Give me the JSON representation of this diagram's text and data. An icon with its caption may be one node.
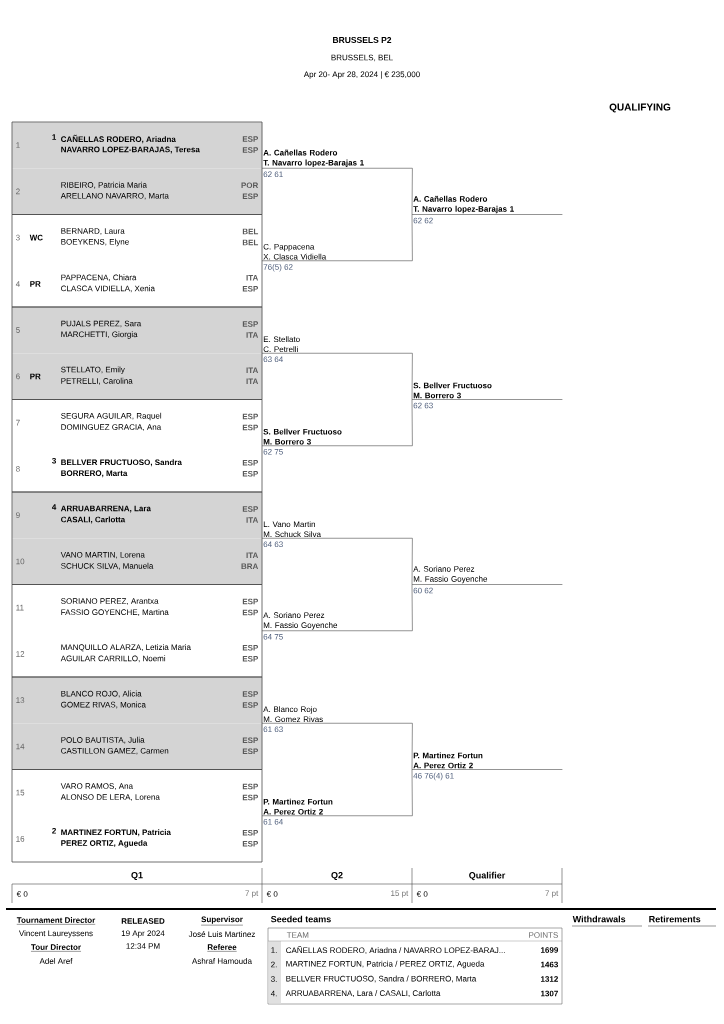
{
  "diagram": {
    "title": "BRUSSELS P2",
    "nodes": [
      {
        "text": [
          "1",
          "1",
          "CAÑELLAS RODERO, Ariadna",
          "ESP",
          "NAVARRO LOPEZ-BARAJAS, Teresa",
          "ESP"
        ]
      },
      {
        "text": [
          "2",
          "RIBEIRO, Patricia Maria",
          "POR",
          "ARELLANO NAVARRO, Marta",
          "ESP"
        ]
      },
      {
        "text": [
          "3",
          "WC",
          "BERNARD, Laura",
          "BEL",
          "BOEYKENS, Elyne",
          "BEL"
        ]
      },
      {
        "text": [
          "4",
          "PR",
          "PAPPACENA, Chiara",
          "ITA",
          "CLASCA VIDIELLA, Xenia",
          "ESP"
        ]
      },
      {
        "text": [
          "5",
          "PUJALS PEREZ, Sara",
          "ESP",
          "MARCHETTI, Giorgia",
          "ITA"
        ]
      },
      {
        "text": [
          "6",
          "PR",
          "STELLATO, Emily",
          "ITA",
          "PETRELLI, Carolina",
          "ITA"
        ]
      },
      {
        "text": [
          "7",
          "SEGURA AGUILAR, Raquel",
          "ESP",
          "DOMINGUEZ GRACIA, Ana",
          "ESP"
        ]
      },
      {
        "text": [
          "8",
          "3",
          "BELLVER FRUCTUOSO, Sandra",
          "ESP",
          "BORRERO, Marta",
          "ESP"
        ]
      },
      {
        "text": [
          "9",
          "4",
          "ARRUABARRENA, Lara",
          "ESP",
          "CASALI, Carlotta",
          "ITA"
        ]
      },
      {
        "text": [
          "10",
          "VANO MARTIN, Lorena",
          "ITA",
          "SCHUCK SILVA, Manuela",
          "BRA"
        ]
      },
      {
        "text": [
          "11",
          "SORIANO PEREZ, Arantxa",
          "ESP",
          "FASSIO GOYENCHE, Martina",
          "ESP"
        ]
      },
      {
        "text": [
          "12",
          "MANQUILLO ALARZA, Letizia Maria",
          "ESP",
          "AGUILAR CARRILLO, Noemi",
          "ESP"
        ]
      },
      {
        "text": [
          "13",
          "BLANCO ROJO, Alicia",
          "ESP",
          "GOMEZ RIVAS, Monica",
          "ESP"
        ]
      },
      {
        "text": [
          "14",
          "POLO BAUTISTA, Julia",
          "ESP",
          "CASTILLON GAMEZ, Carmen",
          "ESP"
        ]
      },
      {
        "text": [
          "15",
          "VARO RAMOS, Ana",
          "ESP",
          "ALONSO DE LERA, Lorena",
          "ESP"
        ]
      },
      {
        "text": [
          "16",
          "2",
          "MARTINEZ FORTUN, Patricia",
          "ESP",
          "PEREZ ORTIZ, Agueda",
          "ESP"
        ]
      },
      {
        "text": [
          "A. Cañellas Rodero",
          "T. Navarro lopez-Barajas 1"
        ],
        "beside": [
          "62 61"
        ]
      },
      {
        "text": [
          "C. Pappacena",
          "X. Clasca Vidiella"
        ],
        "beside": [
          "76(5) 62"
        ]
      },
      {
        "text": [
          "E. Stellato",
          "C. Petrelli"
        ],
        "beside": [
          "63 64"
        ]
      },
      {
        "text": [
          "S. Bellver Fructuoso",
          "M. Borrero 3"
        ],
        "beside": [
          "62 75"
        ]
      },
      {
        "text": [
          "L. Vano Martin",
          "M. Schuck Silva"
        ],
        "beside": [
          "64 63"
        ]
      },
      {
        "text": [
          "A. Soriano Perez",
          "M. Fassio Goyenche"
        ],
        "beside": [
          "64 75"
        ]
      },
      {
        "text": [
          "A. Blanco Rojo",
          "M. Gomez Rivas"
        ],
        "beside": [
          "61 63"
        ]
      },
      {
        "text": [
          "P. Martinez Fortun",
          "A. Perez Ortiz 2"
        ],
        "beside": [
          "61 64"
        ]
      },
      {
        "text": [
          "A. Cañellas Rodero",
          "T. Navarro lopez-Barajas 1"
        ],
        "beside": [
          "62 62"
        ]
      },
      {
        "text": [
          "S. Bellver Fructuoso",
          "M. Borrero 3"
        ],
        "beside": [
          "62 63"
        ]
      },
      {
        "text": [
          "A. Soriano Perez",
          "M. Fassio Goyenche"
        ],
        "beside": [
          "60 62"
        ]
      },
      {
        "text": [
          "P. Martinez Fortun",
          "A. Perez Ortiz 2"
        ],
        "beside": [
          "46 76(4) 61"
        ]
      }
    ],
    "edges": [
      {
        "from": 16,
        "to": 24,
        "arrow": "none"
      },
      {
        "from": 17,
        "to": 24,
        "arrow": "none"
      },
      {
        "from": 18,
        "to": 25,
        "arrow": "none"
      },
      {
        "from": 19,
        "to": 25,
        "arrow": "none"
      },
      {
        "from": 20,
        "to": 26,
        "arrow": "none"
      },
      {
        "from": 21,
        "to": 26,
        "arrow": "none"
      },
      {
        "from": 22,
        "to": 27,
        "arrow": "none"
      },
      {
        "from": 23,
        "to": 27,
        "arrow": "none"
      }
    ],
    "labels": [
      "BRUSSELS, BEL",
      "Apr 20- Apr 28, 2024 | € 235,000",
      "QUALIFYING",
      "Q1",
      "Q2",
      "Qualifier",
      "€ 0",
      "7 pt",
      "€ 0",
      "15 pt",
      "€ 0",
      "7 pt",
      "Tournament Director",
      "RELEASED",
      "Supervisor",
      "Vincent Laureyssens",
      "19 Apr 2024",
      "José Luis Martinez",
      "Tour Director",
      "12:34 PM",
      "Referee",
      "Adel Aref",
      "Ashraf Hamouda",
      "Seeded teams",
      "Withdrawals",
      "Retirements",
      "TEAM",
      "POINTS",
      "1.",
      "CAÑELLAS RODERO, Ariadna / NAVARRO LOPEZ-BARAJ...",
      "1699",
      "2.",
      "MARTINEZ FORTUN, Patricia / PEREZ ORTIZ, Agueda",
      "1463",
      "3.",
      "BELLVER FRUCTUOSO, Sandra / BORRERO, Marta",
      "1312",
      "4.",
      "ARRUABARRENA, Lara / CASALI, Carlotta",
      "1307"
    ]
  }
}
